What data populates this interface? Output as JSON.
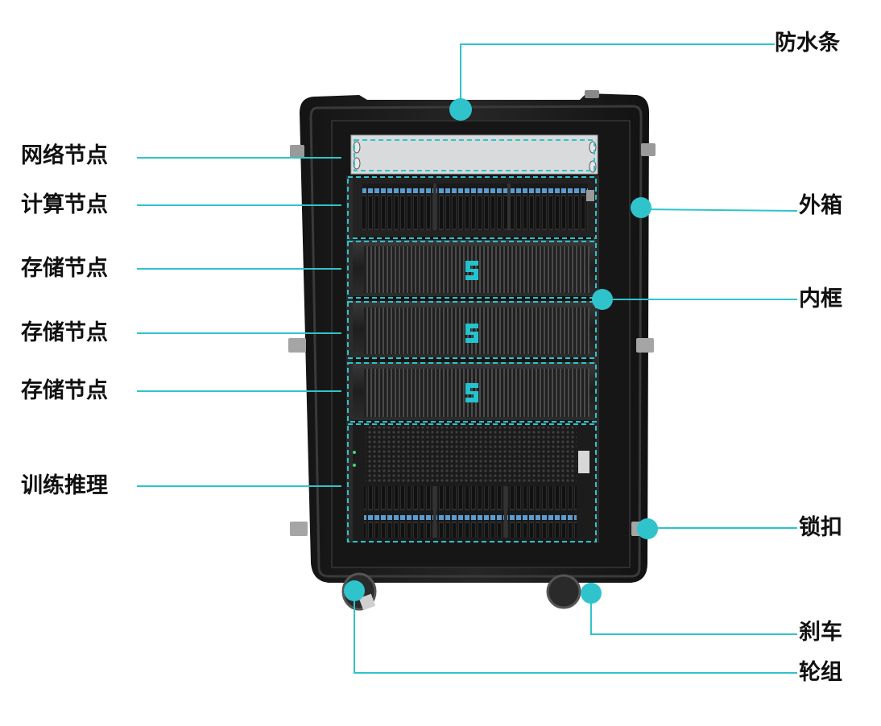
{
  "left_labels": {
    "network_node": "网络节点",
    "compute_node": "计算节点",
    "storage_node_1": "存储节点",
    "storage_node_2": "存储节点",
    "storage_node_3": "存储节点",
    "training_inference": "训练推理"
  },
  "right_labels": {
    "waterproof_strip": "防水条",
    "outer_case": "外箱",
    "inner_frame": "内框",
    "latch": "锁扣",
    "brake": "刹车",
    "wheel_set": "轮组"
  },
  "colors": {
    "callout": "#2fc3cc",
    "case": "#1c1c1c",
    "case_rim": "#2e2e2e",
    "server_face": "#2a2a2a",
    "drive_bay": "#4a8fc7",
    "logo": "#23c4cf"
  },
  "icons": {
    "server_logo": "s-logo-icon",
    "wheel": "caster-wheel-icon"
  }
}
